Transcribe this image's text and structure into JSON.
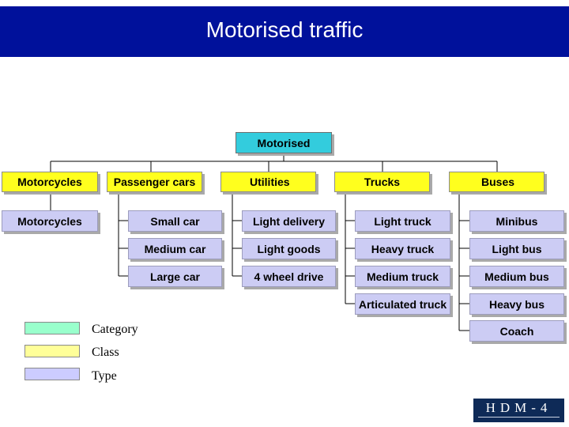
{
  "header": {
    "title": "Motorised traffic"
  },
  "chart": {
    "root": "Motorised",
    "classes": [
      "Motorcycles",
      "Passenger cars",
      "Utilities",
      "Trucks",
      "Buses"
    ],
    "types": {
      "motorcycles": [
        "Motorcycles"
      ],
      "passenger_cars": [
        "Small car",
        "Medium car",
        "Large car"
      ],
      "utilities": [
        "Light delivery",
        "Light goods",
        "4 wheel drive"
      ],
      "trucks": [
        "Light truck",
        "Heavy truck",
        "Medium truck",
        "Articulated truck"
      ],
      "buses": [
        "Minibus",
        "Light bus",
        "Medium bus",
        "Heavy bus",
        "Coach"
      ]
    }
  },
  "legend": [
    {
      "label": "Category",
      "color": "#99ffcc"
    },
    {
      "label": "Class",
      "color": "#ffff99"
    },
    {
      "label": "Type",
      "color": "#ccccff"
    }
  ],
  "colors": {
    "header": "#00119b",
    "category": "#33ccdd",
    "class": "#ffff1e",
    "type": "#ccccf4"
  },
  "logo": {
    "text": "HDM-4"
  }
}
